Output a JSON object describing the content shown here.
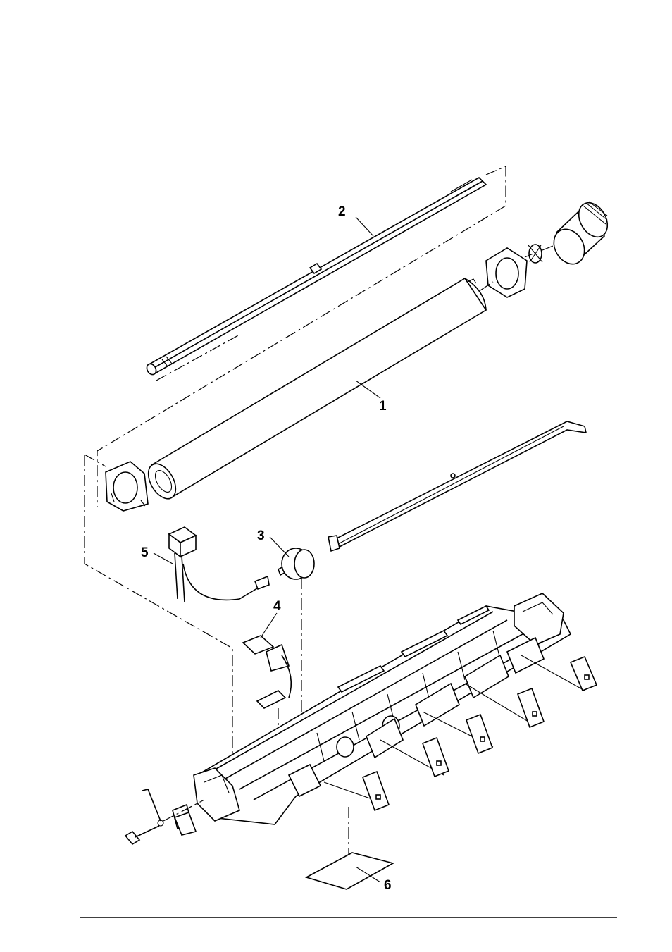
{
  "callouts": [
    {
      "id": "fuser-roller",
      "label": "1"
    },
    {
      "id": "heater-lamp",
      "label": "2"
    },
    {
      "id": "thermostat",
      "label": "3"
    },
    {
      "id": "thermistor",
      "label": "4"
    },
    {
      "id": "connector-cable",
      "label": "5"
    },
    {
      "id": "label-sheet",
      "label": "6"
    }
  ]
}
